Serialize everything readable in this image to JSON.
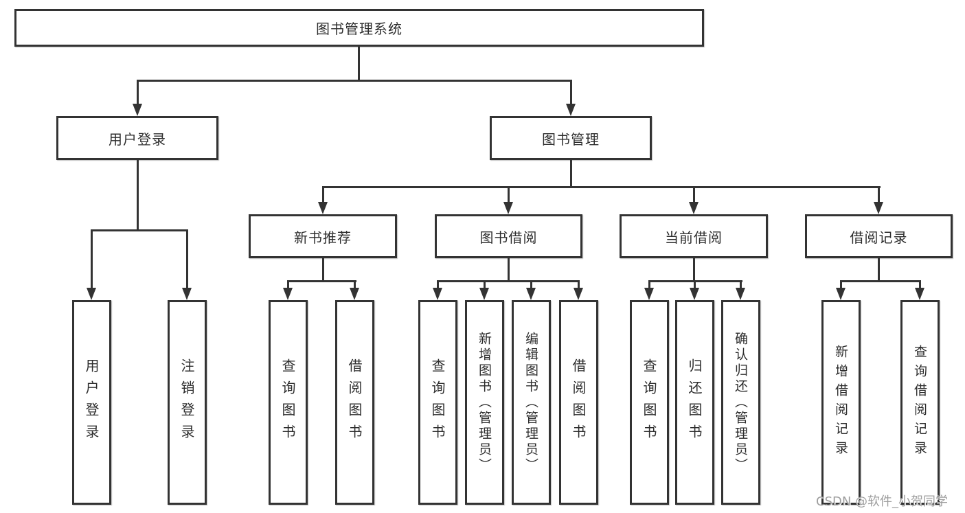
{
  "diagram": {
    "title_node": {
      "label": "图书管理系统"
    },
    "level2": [
      {
        "label": "用户登录"
      },
      {
        "label": "图书管理"
      }
    ],
    "level3": [
      {
        "label": "新书推荐"
      },
      {
        "label": "图书借阅"
      },
      {
        "label": "当前借阅"
      },
      {
        "label": "借阅记录"
      }
    ],
    "leaves": [
      {
        "label": "用户登录"
      },
      {
        "label": "注销登录"
      },
      {
        "label": "查询图书"
      },
      {
        "label": "借阅图书"
      },
      {
        "label": "查询图书"
      },
      {
        "label": "新增图书（管理员）"
      },
      {
        "label": "编辑图书（管理员）"
      },
      {
        "label": "借阅图书"
      },
      {
        "label": "查询图书"
      },
      {
        "label": "归还图书"
      },
      {
        "label": "确认归还（管理员）"
      },
      {
        "label": "新增借阅记录"
      },
      {
        "label": "查询借阅记录"
      }
    ],
    "hierarchy": {
      "图书管理系统": {
        "用户登录": [
          "用户登录",
          "注销登录"
        ],
        "图书管理": {
          "新书推荐": [
            "查询图书",
            "借阅图书"
          ],
          "图书借阅": [
            "查询图书",
            "新增图书（管理员）",
            "编辑图书（管理员）",
            "借阅图书"
          ],
          "当前借阅": [
            "查询图书",
            "归还图书",
            "确认归还（管理员）"
          ],
          "借阅记录": [
            "新增借阅记录",
            "查询借阅记录"
          ]
        }
      }
    },
    "colors": {
      "line": "#333333",
      "text": "#2d2d2d",
      "background": "#ffffff",
      "watermark": "#9e9e9e"
    }
  },
  "watermark": {
    "text": "CSDN @软件_小贺同学"
  }
}
